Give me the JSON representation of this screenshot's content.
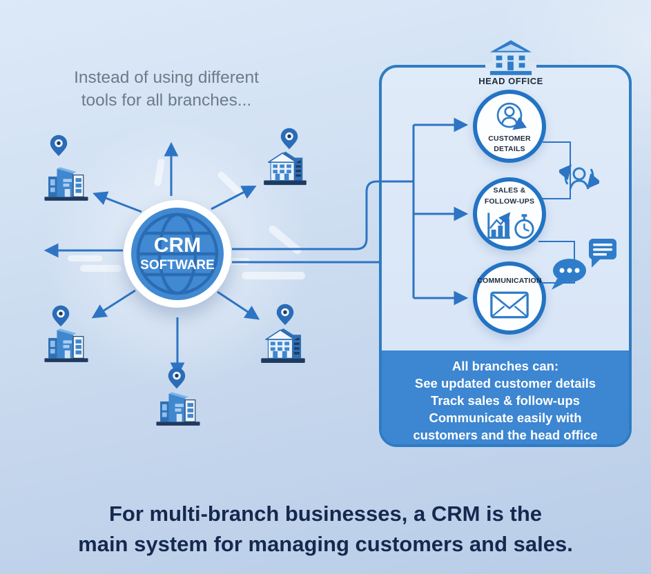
{
  "intro": {
    "line1": "Instead of using different",
    "line2": "tools for all branches..."
  },
  "hub": {
    "title": "CRM",
    "subtitle": "SOFTWARE"
  },
  "panel": {
    "head_office": "HEAD OFFICE",
    "nodes": [
      {
        "line1": "CUSTOMER",
        "line2": "DETAILS"
      },
      {
        "line1": "SALES &",
        "line2": "FOLLOW-UPS"
      },
      {
        "line1": "COMMUNICATION"
      }
    ],
    "benefits": {
      "heading": "All branches can:",
      "lines": [
        "See updated customer details",
        "Track sales & follow-ups",
        "Communicate easily with",
        "customers and the head office"
      ]
    }
  },
  "caption": {
    "line1": "For multi-branch businesses, a CRM is the",
    "line2": "main system for managing customers and sales."
  },
  "colors": {
    "accent_blue": "#2d74c4",
    "hub_blue": "#4189d2",
    "panel_border": "#2e7cc3",
    "benefit_box": "#3d86d1",
    "caption_navy": "#15294f",
    "building_navy": "#1e3a5f"
  }
}
